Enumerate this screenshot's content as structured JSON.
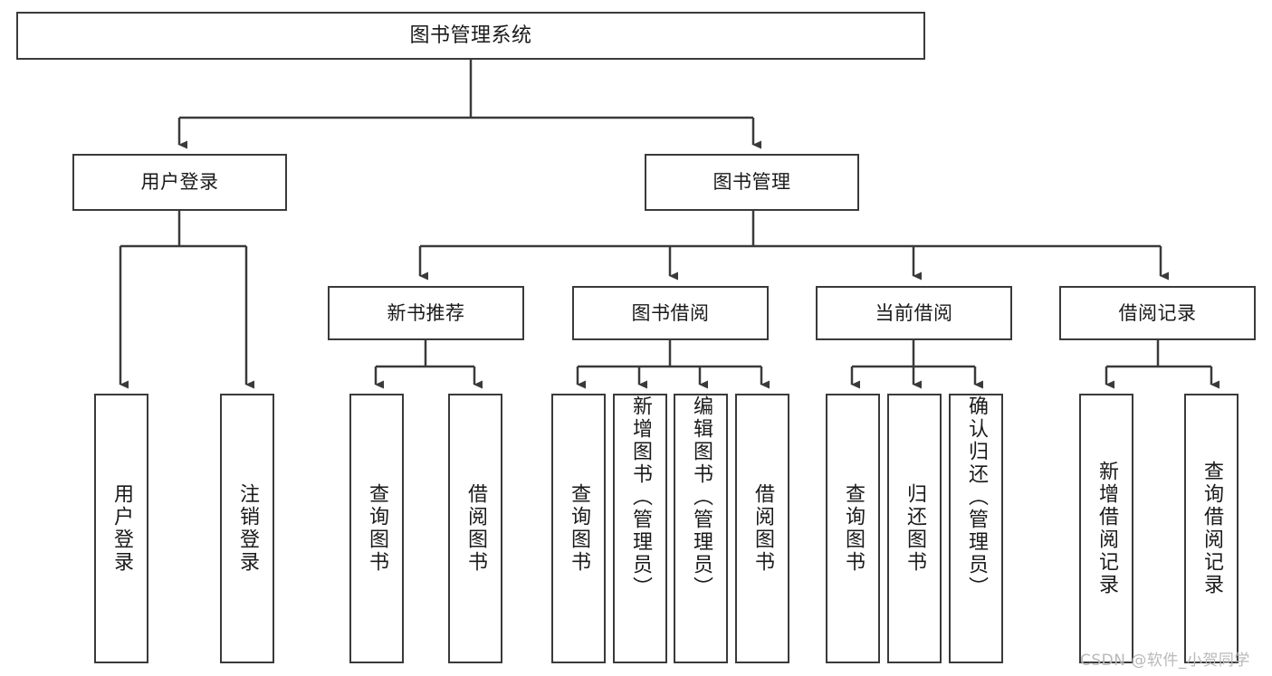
{
  "diagram": {
    "type": "hierarchy-tree",
    "title": "图书管理系统",
    "nodes": {
      "root": {
        "label": "图书管理系统"
      },
      "level2": [
        {
          "id": "user-login",
          "label": "用户登录"
        },
        {
          "id": "book-management",
          "label": "图书管理"
        }
      ],
      "level3": [
        {
          "id": "new-book-recommend",
          "label": "新书推荐"
        },
        {
          "id": "book-borrow",
          "label": "图书借阅"
        },
        {
          "id": "current-borrow",
          "label": "当前借阅"
        },
        {
          "id": "borrow-record",
          "label": "借阅记录"
        }
      ],
      "leaves": {
        "user_login": [
          {
            "id": "leaf-user-login",
            "label": "用户登录"
          },
          {
            "id": "leaf-logout-login",
            "label": "注销登录"
          }
        ],
        "new_book_recommend": [
          {
            "id": "leaf-query-book-1",
            "label": "查询图书"
          },
          {
            "id": "leaf-borrow-book-1",
            "label": "借阅图书"
          }
        ],
        "book_borrow": [
          {
            "id": "leaf-query-book-2",
            "label": "查询图书"
          },
          {
            "id": "leaf-add-book",
            "label": "新增图书（管理员）"
          },
          {
            "id": "leaf-edit-book",
            "label": "编辑图书（管理员）"
          },
          {
            "id": "leaf-borrow-book-2",
            "label": "借阅图书"
          }
        ],
        "current_borrow": [
          {
            "id": "leaf-query-book-3",
            "label": "查询图书"
          },
          {
            "id": "leaf-return-book",
            "label": "归还图书"
          },
          {
            "id": "leaf-confirm-return",
            "label": "确认归还（管理员）"
          }
        ],
        "borrow_record": [
          {
            "id": "leaf-add-record",
            "label": "新增借阅记录"
          },
          {
            "id": "leaf-query-record",
            "label": "查询借阅记录"
          }
        ]
      }
    },
    "colors": {
      "stroke": "#3a3a3a",
      "text": "#1a1a1a",
      "background": "#ffffff",
      "watermark": "#b9b9b9"
    }
  },
  "watermark": {
    "text": "CSDN @软件_小贺同学"
  }
}
